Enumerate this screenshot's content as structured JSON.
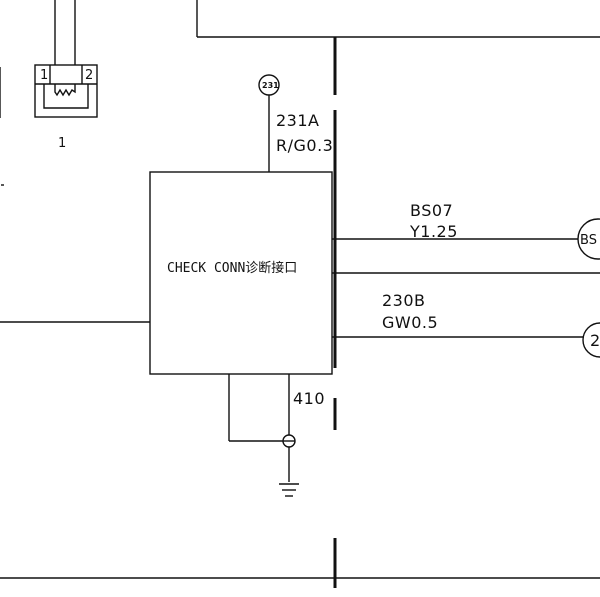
{
  "diagram": {
    "top_connector": {
      "pin_left": "1",
      "pin_right": "2",
      "label": "1"
    },
    "main_block": {
      "title": "CHECK CONN诊断接口"
    },
    "wires": {
      "top": {
        "circuit": "231A",
        "spec": "R/G0.3",
        "badge": "231"
      },
      "right_upper": {
        "circuit": "BS07",
        "spec": "Y1.25",
        "badge": "BS"
      },
      "right_lower": {
        "circuit": "230B",
        "spec": "GW0.5",
        "badge": "2"
      },
      "ground": {
        "circuit": "410"
      }
    },
    "colors": {
      "line": "#111111",
      "background": "#ffffff"
    },
    "icons": [
      "ground-icon",
      "splice-icon",
      "connector-icon"
    ]
  }
}
